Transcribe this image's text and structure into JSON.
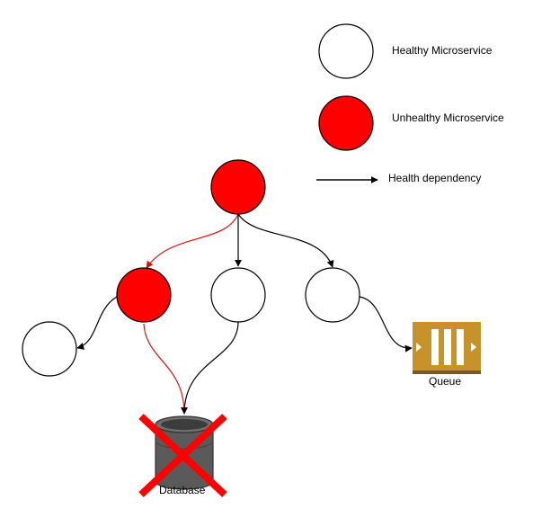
{
  "legend": {
    "healthy_label": "Healthy Microservice",
    "unhealthy_label": "Unhealthy Microservice",
    "dependency_label": "Health dependency"
  },
  "labels": {
    "database": "Database",
    "queue": "Queue"
  },
  "colors": {
    "healthy_fill": "#ffffff",
    "unhealthy_fill": "#ff0000",
    "unhealthy_edge": "#e01010",
    "edge": "#000000",
    "database_fill": "#5a5a5a",
    "failure_cross": "#ff0000",
    "queue_fill": "#c8922a"
  },
  "nodes": [
    {
      "id": "root",
      "status": "unhealthy"
    },
    {
      "id": "service-a",
      "status": "unhealthy"
    },
    {
      "id": "service-b",
      "status": "healthy"
    },
    {
      "id": "service-c",
      "status": "healthy"
    },
    {
      "id": "service-d",
      "status": "healthy"
    },
    {
      "id": "database",
      "status": "failed"
    },
    {
      "id": "queue",
      "status": "healthy"
    }
  ],
  "edges": [
    {
      "from": "root",
      "to": "service-a",
      "unhealthy": true
    },
    {
      "from": "root",
      "to": "service-b",
      "unhealthy": false
    },
    {
      "from": "root",
      "to": "service-c",
      "unhealthy": false
    },
    {
      "from": "service-a",
      "to": "service-d",
      "unhealthy": false
    },
    {
      "from": "service-a",
      "to": "database",
      "unhealthy": true
    },
    {
      "from": "service-b",
      "to": "database",
      "unhealthy": false
    },
    {
      "from": "service-c",
      "to": "queue",
      "unhealthy": false
    }
  ]
}
